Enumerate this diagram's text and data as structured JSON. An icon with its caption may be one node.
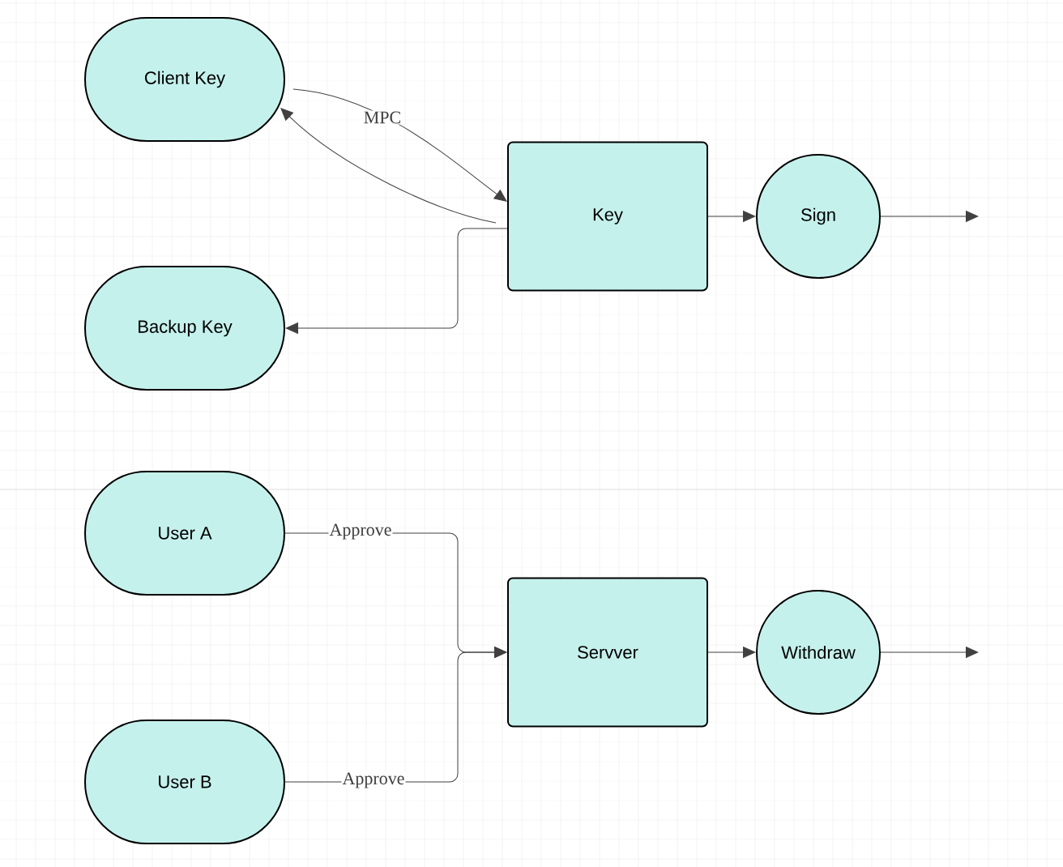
{
  "diagram": {
    "nodes": [
      {
        "text": [
          "Client Key"
        ]
      },
      {
        "text": [
          "Key"
        ]
      },
      {
        "text": [
          "Sign"
        ]
      },
      {
        "text": [
          "Backup Key"
        ]
      },
      {
        "text": [
          "User A"
        ]
      },
      {
        "text": [
          "Servver"
        ]
      },
      {
        "text": [
          "Withdraw"
        ]
      },
      {
        "text": [
          "User B"
        ]
      }
    ],
    "edges": [
      {
        "from": 0,
        "to": 1,
        "arrow": "to",
        "label": "MPC"
      },
      {
        "from": 1,
        "to": 0,
        "arrow": "to"
      },
      {
        "from": 1,
        "to": 3,
        "arrow": "to"
      },
      {
        "from": 1,
        "to": 2,
        "arrow": "to"
      },
      {
        "from": 2,
        "to": null,
        "arrow": "to"
      },
      {
        "from": 4,
        "to": 5,
        "arrow": "to",
        "label": "Approve"
      },
      {
        "from": 7,
        "to": 5,
        "arrow": "to",
        "label": "Approve"
      },
      {
        "from": 5,
        "to": 6,
        "arrow": "to"
      },
      {
        "from": 6,
        "to": null,
        "arrow": "to"
      }
    ]
  }
}
